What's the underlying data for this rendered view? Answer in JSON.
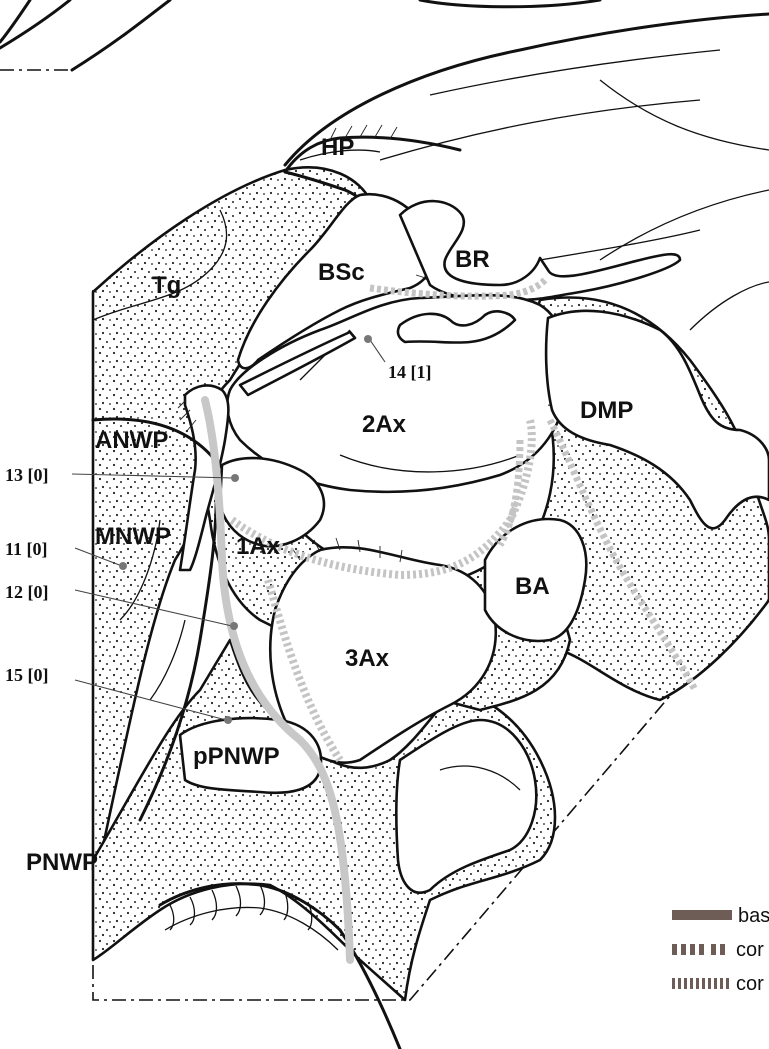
{
  "figure": {
    "labels": {
      "hp": "HP",
      "tg": "Tg",
      "bsc": "BSc",
      "br": "BR",
      "anwp": "ANWP",
      "two_ax": "2Ax",
      "dmp": "DMP",
      "mnwp": "MNWP",
      "one_ax": "1Ax",
      "ba": "BA",
      "three_ax": "3Ax",
      "ppnwp": "pPNWP",
      "pnwp": "PNWP"
    },
    "references": {
      "r14": "14 [1]",
      "r13": "13 [0]",
      "r11": "11 [0]",
      "r12": "12 [0]",
      "r15": "15 [0]"
    },
    "legend": [
      {
        "text": "bas",
        "style": "solid-bar",
        "color": "#6e5c57"
      },
      {
        "text": "cor",
        "style": "broken-bar",
        "color": "#6e5c57"
      },
      {
        "text": "cor",
        "style": "fine-dashed-bar",
        "color": "#6e5c57"
      }
    ]
  }
}
